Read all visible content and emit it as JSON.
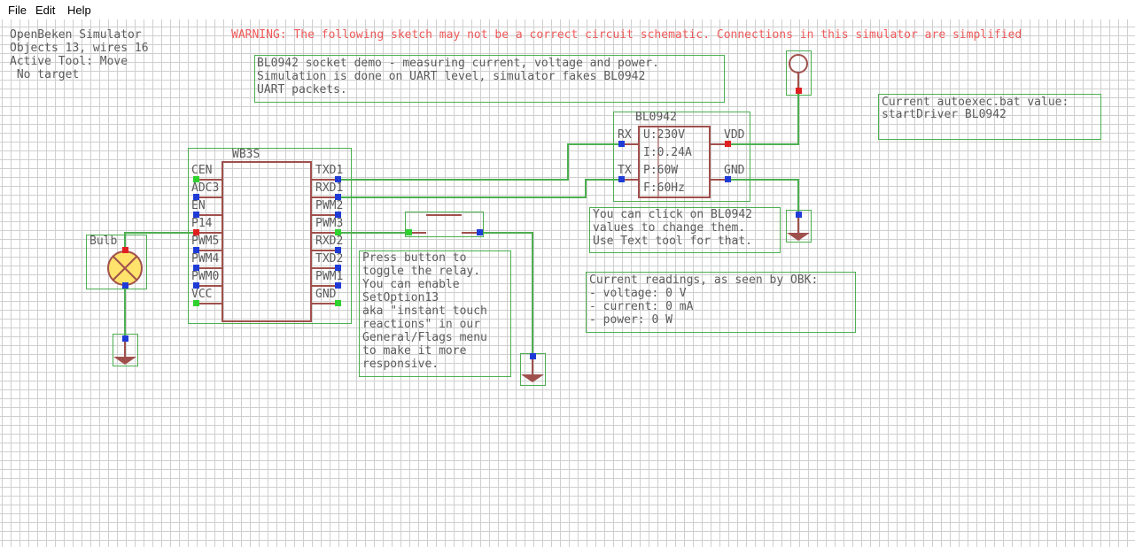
{
  "menu": [
    "File",
    "Edit",
    "Help"
  ],
  "status": {
    "app_name": "OpenBeken Simulator",
    "objects_line": "Objects 13, wires 16",
    "tool_line": "Active Tool: Move",
    "target_line": " No target"
  },
  "warning": "WARNING: The following sketch may not be a correct circuit schematic. Connections in this simulator are simplified",
  "demo_note": [
    "BL0942 socket demo - measuring current, voltage and power.",
    "Simulation is done on UART level, simulator fakes BL0942",
    "UART packets."
  ],
  "autoexec": [
    "Current autoexec.bat value:",
    "startDriver BL0942"
  ],
  "wb3s": {
    "title": "WB3S",
    "left_pins": [
      "CEN",
      "ADC3",
      "EN",
      "P14",
      "PWM5",
      "PWM4",
      "PWM0",
      "VCC"
    ],
    "right_pins": [
      "TXD1",
      "RXD1",
      "PWM2",
      "PWM3",
      "RXD2",
      "TXD2",
      "PWM1",
      "GND"
    ]
  },
  "bulb_label": "Bulb",
  "bl0942": {
    "title": "BL0942",
    "left_pins": [
      "RX",
      "TX"
    ],
    "right_pins": [
      "VDD",
      "GND"
    ],
    "values": [
      "U:230V",
      "I:0.24A",
      "P:60W",
      "F:60Hz"
    ]
  },
  "bl_hint": [
    "You can click on BL0942",
    "values to change them.",
    "Use Text tool for that."
  ],
  "button_note": [
    "Press button to",
    "toggle the relay.",
    "You can enable",
    "SetOption13",
    "aka \"instant touch",
    "reactions\" in our",
    "General/Flags menu",
    "to make it more",
    "responsive."
  ],
  "readings": {
    "title": "Current readings, as seen by OBK:",
    "lines": [
      "- voltage: 0 V",
      "- current: 0 mA",
      "- power: 0 W"
    ]
  },
  "colors": {
    "wire": "#4caf50",
    "part": "#a0504c",
    "text": "#5b5b5b",
    "warning": "#f05a5a",
    "pin_blue": "#1f3bd6",
    "pin_red": "#e02020",
    "pin_green": "#2fd12f"
  }
}
